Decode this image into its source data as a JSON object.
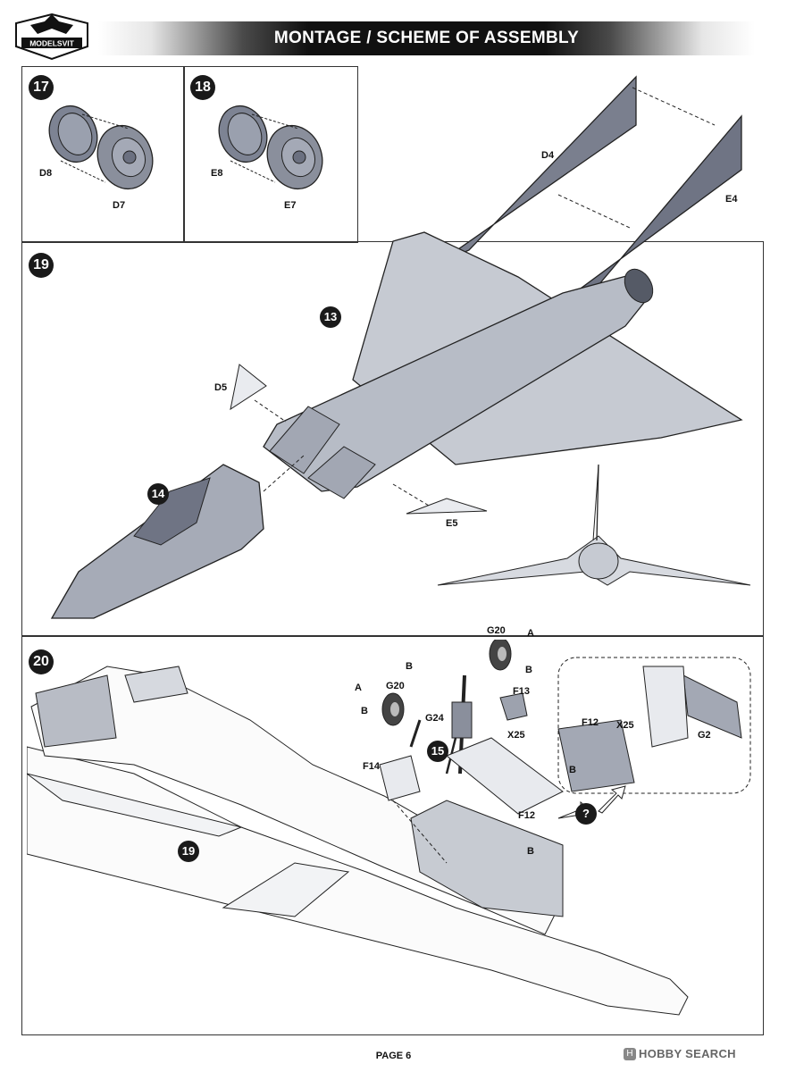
{
  "header": {
    "logo_text": "MODELSVIT",
    "title": "MONTAGE / SCHEME OF ASSEMBLY"
  },
  "steps": {
    "s17": {
      "number": "17",
      "labels": [
        "D8",
        "D7"
      ]
    },
    "s18": {
      "number": "18",
      "labels": [
        "E8",
        "E7"
      ]
    },
    "s19": {
      "number": "19",
      "sub_refs": [
        "13",
        "14"
      ],
      "labels": [
        "D4",
        "E4",
        "D5",
        "E5"
      ]
    },
    "s20": {
      "number": "20",
      "sub_refs": [
        "15",
        "19"
      ],
      "labels": [
        "G20",
        "A",
        "B",
        "G20",
        "A",
        "B",
        "B",
        "G24",
        "F13",
        "X25",
        "F14",
        "F12",
        "B",
        "F12",
        "X25",
        "B",
        "G2"
      ],
      "hint_icon": "?"
    }
  },
  "footer": {
    "page": "PAGE 6"
  },
  "watermark": {
    "icon": "H",
    "text": "HOBBY SEARCH"
  },
  "colors": {
    "banner": "#111111",
    "part": "#8a8f9c",
    "part_dark": "#6b7080",
    "line": "#222222"
  }
}
